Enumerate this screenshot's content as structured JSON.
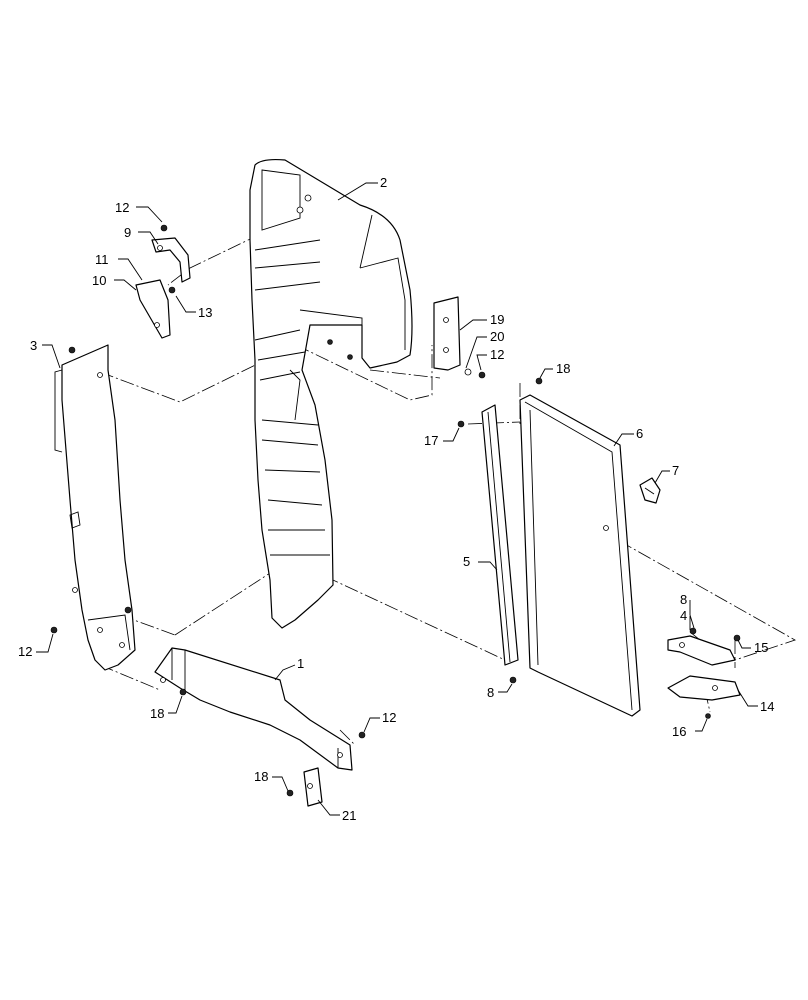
{
  "diagram": {
    "type": "exploded-parts-diagram",
    "callouts": [
      {
        "id": "c1",
        "label": "1"
      },
      {
        "id": "c2",
        "label": "2"
      },
      {
        "id": "c3",
        "label": "3"
      },
      {
        "id": "c4",
        "label": "4"
      },
      {
        "id": "c5",
        "label": "5"
      },
      {
        "id": "c6",
        "label": "6"
      },
      {
        "id": "c7",
        "label": "7"
      },
      {
        "id": "c8a",
        "label": "8"
      },
      {
        "id": "c8b",
        "label": "8"
      },
      {
        "id": "c9",
        "label": "9"
      },
      {
        "id": "c10",
        "label": "10"
      },
      {
        "id": "c11",
        "label": "11"
      },
      {
        "id": "c12a",
        "label": "12"
      },
      {
        "id": "c12b",
        "label": "12"
      },
      {
        "id": "c12c",
        "label": "12"
      },
      {
        "id": "c12d",
        "label": "12"
      },
      {
        "id": "c13",
        "label": "13"
      },
      {
        "id": "c14",
        "label": "14"
      },
      {
        "id": "c15",
        "label": "15"
      },
      {
        "id": "c16",
        "label": "16"
      },
      {
        "id": "c17",
        "label": "17"
      },
      {
        "id": "c18a",
        "label": "18"
      },
      {
        "id": "c18b",
        "label": "18"
      },
      {
        "id": "c18c",
        "label": "18"
      },
      {
        "id": "c19",
        "label": "19"
      },
      {
        "id": "c20",
        "label": "20"
      },
      {
        "id": "c21",
        "label": "21"
      }
    ]
  }
}
